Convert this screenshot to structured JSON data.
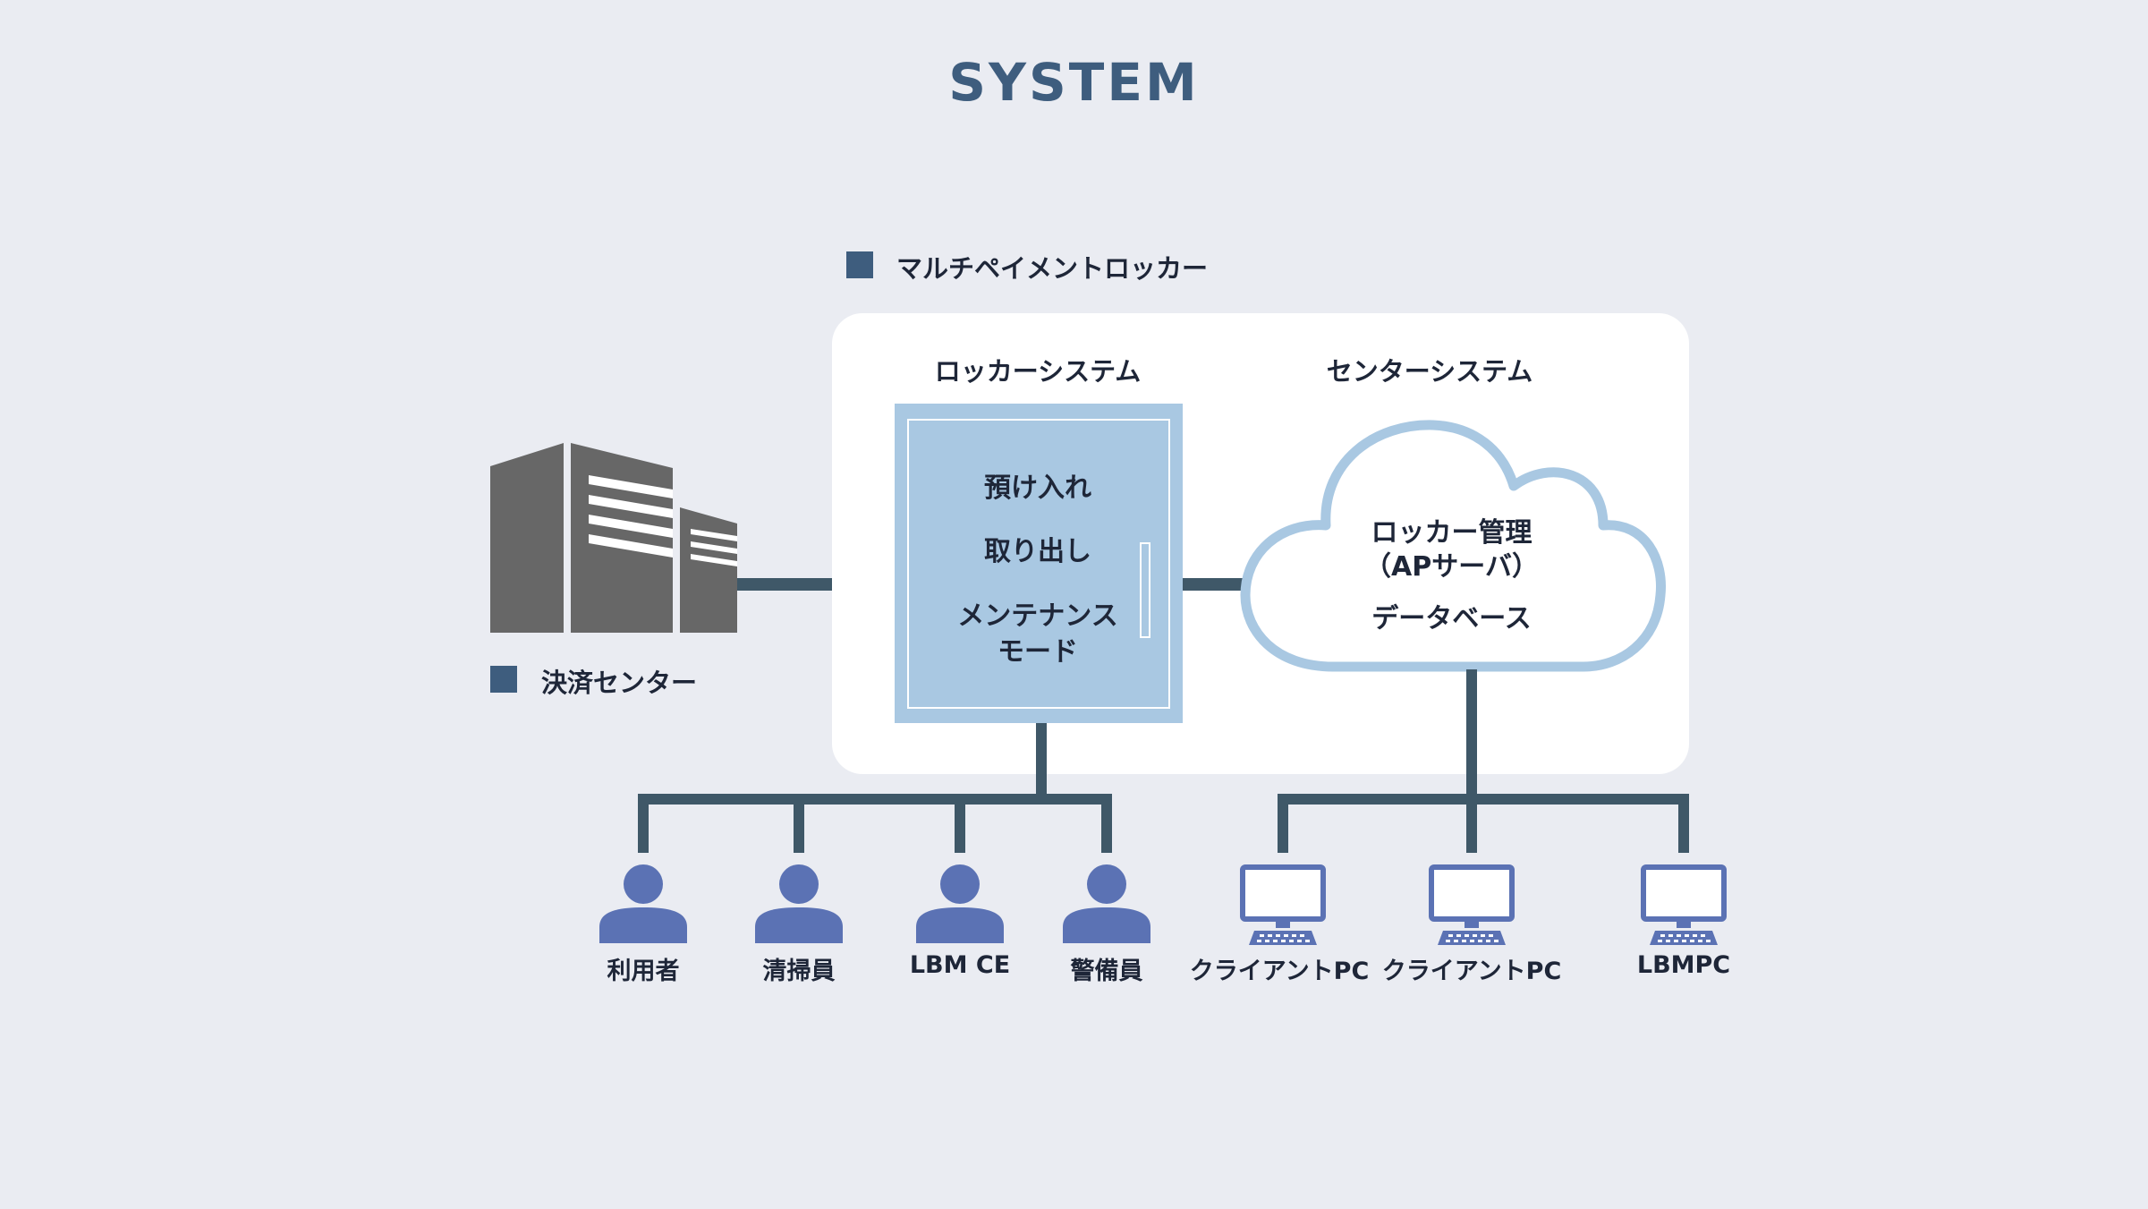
{
  "title": "SYSTEM",
  "multipayment": {
    "label": "マルチペイメントロッカー"
  },
  "settlement": {
    "label": "決済センター"
  },
  "locker_system": {
    "heading": "ロッカーシステム",
    "functions": [
      "預け入れ",
      "取り出し",
      "メンテナンス",
      "モード"
    ]
  },
  "center_system": {
    "heading": "センターシステム",
    "lines": [
      "ロッカー管理",
      "（APサーバ）",
      "データベース"
    ]
  },
  "users": [
    {
      "label": "利用者",
      "icon": "person-icon"
    },
    {
      "label": "清掃員",
      "icon": "person-icon"
    },
    {
      "label": "LBM CE",
      "icon": "person-icon"
    },
    {
      "label": "警備員",
      "icon": "person-icon"
    }
  ],
  "terminals": [
    {
      "label": "クライアントPC",
      "icon": "computer-icon"
    },
    {
      "label": "クライアントPC",
      "icon": "computer-icon"
    },
    {
      "label": "LBMPC",
      "icon": "computer-icon"
    }
  ],
  "colors": {
    "background": "#EAECF2",
    "accent": "#3E5D7E",
    "locker_fill": "#A9C8E2",
    "connector": "#3F5868",
    "person": "#5B72B4",
    "building": "#676767"
  }
}
